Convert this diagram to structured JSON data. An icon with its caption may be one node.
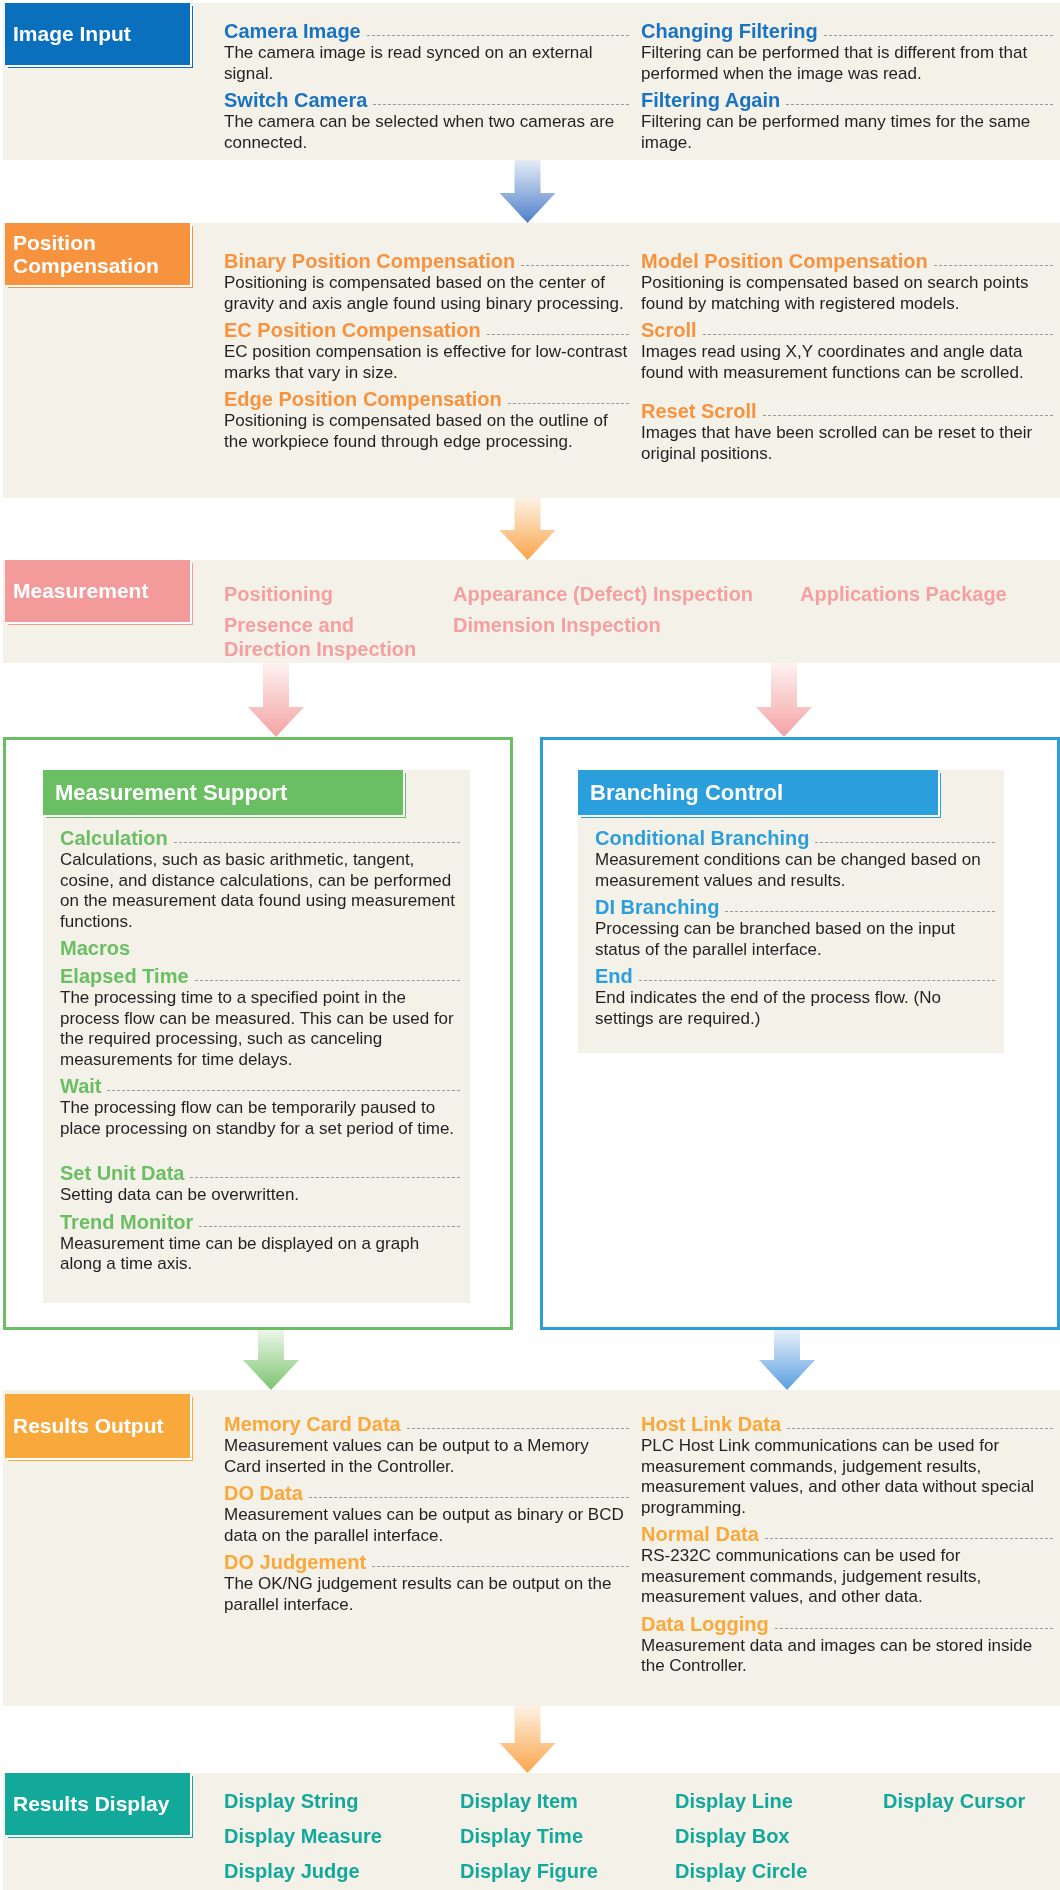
{
  "diagram": {
    "nodes": [
      {
        "text": [
          "Image Input",
          "Camera Image",
          "The camera image is read synced on an external signal.",
          "Switch Camera",
          "The camera can be selected when two cameras are connected.",
          "Changing Filtering",
          "Filtering can be performed that is different from that performed when the image was read.",
          "Filtering Again",
          "Filtering can be performed many times for the same image."
        ]
      },
      {
        "text": [
          "Position Compensation",
          "Binary Position Compensation",
          "Positioning is compensated based on the center of gravity and axis angle found using binary processing.",
          "EC Position Compensation",
          "EC position compensation is effective for low-contrast marks that vary in size.",
          "Edge Position Compensation",
          "Positioning is compensated based on the outline of the workpiece found through edge processing.",
          "Model Position Compensation",
          "Positioning is compensated based on search points found by matching with registered models.",
          "Scroll",
          "Images read using X,Y coordinates and angle data found with measurement functions can be scrolled.",
          "Reset Scroll",
          "Images that have been scrolled can be reset to their original positions."
        ]
      },
      {
        "text": [
          "Measurement",
          "Positioning",
          "Appearance (Defect) Inspection",
          "Applications Package",
          "Presence and Direction Inspection",
          "Dimension Inspection"
        ]
      },
      {
        "text": [],
        "shape": "box"
      },
      {
        "text": [
          "Measurement Support",
          "Calculation",
          "Calculations, such as basic arithmetic, tangent, cosine, and distance calculations, can be performed on the measurement data found using measurement functions.",
          "Macros",
          "Elapsed Time",
          "The processing time to a specified point in the process flow can be measured. This can be used for the required processing, such as canceling measurements for time delays.",
          "Wait",
          "The processing flow can be temporarily paused to place processing on standby for a set period of time.",
          "Set Unit Data",
          "Setting data can be overwritten.",
          "Trend Monitor",
          "Measurement time can be displayed on a graph along a time axis."
        ],
        "in": 3
      },
      {
        "text": [],
        "shape": "box"
      },
      {
        "text": [
          "Branching Control",
          "Conditional Branching",
          "Measurement conditions can be changed based on measurement values and results.",
          "DI Branching",
          "Processing can be branched based on the input status of the parallel interface.",
          "End",
          "End indicates the end of the process flow. (No settings are required.)"
        ],
        "in": 5
      },
      {
        "text": [
          "Results Output",
          "Memory Card Data",
          "Measurement values can be output to a Memory Card inserted in the Controller.",
          "DO Data",
          "Measurement values can be output as binary or BCD data on the parallel interface.",
          "DO Judgement",
          "The OK/NG judgement results can be output on the parallel interface.",
          "Host Link Data",
          "PLC Host Link communications can be used for measurement commands, judgement results, measurement values, and other data without special programming.",
          "Normal Data",
          "RS-232C communications can be used for measurement commands, judgement results, measurement values, and other data.",
          "Data Logging",
          "Measurement data and images can be stored inside the Controller."
        ]
      },
      {
        "text": [
          "Results Display",
          "Display String",
          "Display Item",
          "Display Line",
          "Display Cursor",
          "Display Measure",
          "Display Time",
          "Display Box",
          "Display Judge",
          "Display Figure",
          "Display Circle"
        ]
      }
    ],
    "edges": [
      {
        "from": 0,
        "to": 1,
        "arrow": "to",
        "color": "#4f7fc9"
      },
      {
        "from": 1,
        "to": 2,
        "arrow": "to",
        "color": "#f9a54a"
      },
      {
        "from": 2,
        "to": 3,
        "arrow": "to",
        "color": "#f4a3a3"
      },
      {
        "from": 2,
        "to": 5,
        "arrow": "to",
        "color": "#f4a3a3"
      },
      {
        "from": 3,
        "to": 7,
        "arrow": "to",
        "color": "#7cc46f"
      },
      {
        "from": 5,
        "to": 7,
        "arrow": "to",
        "color": "#5a9fdf"
      },
      {
        "from": 7,
        "to": 8,
        "arrow": "to",
        "color": "#f9a54a"
      }
    ]
  }
}
